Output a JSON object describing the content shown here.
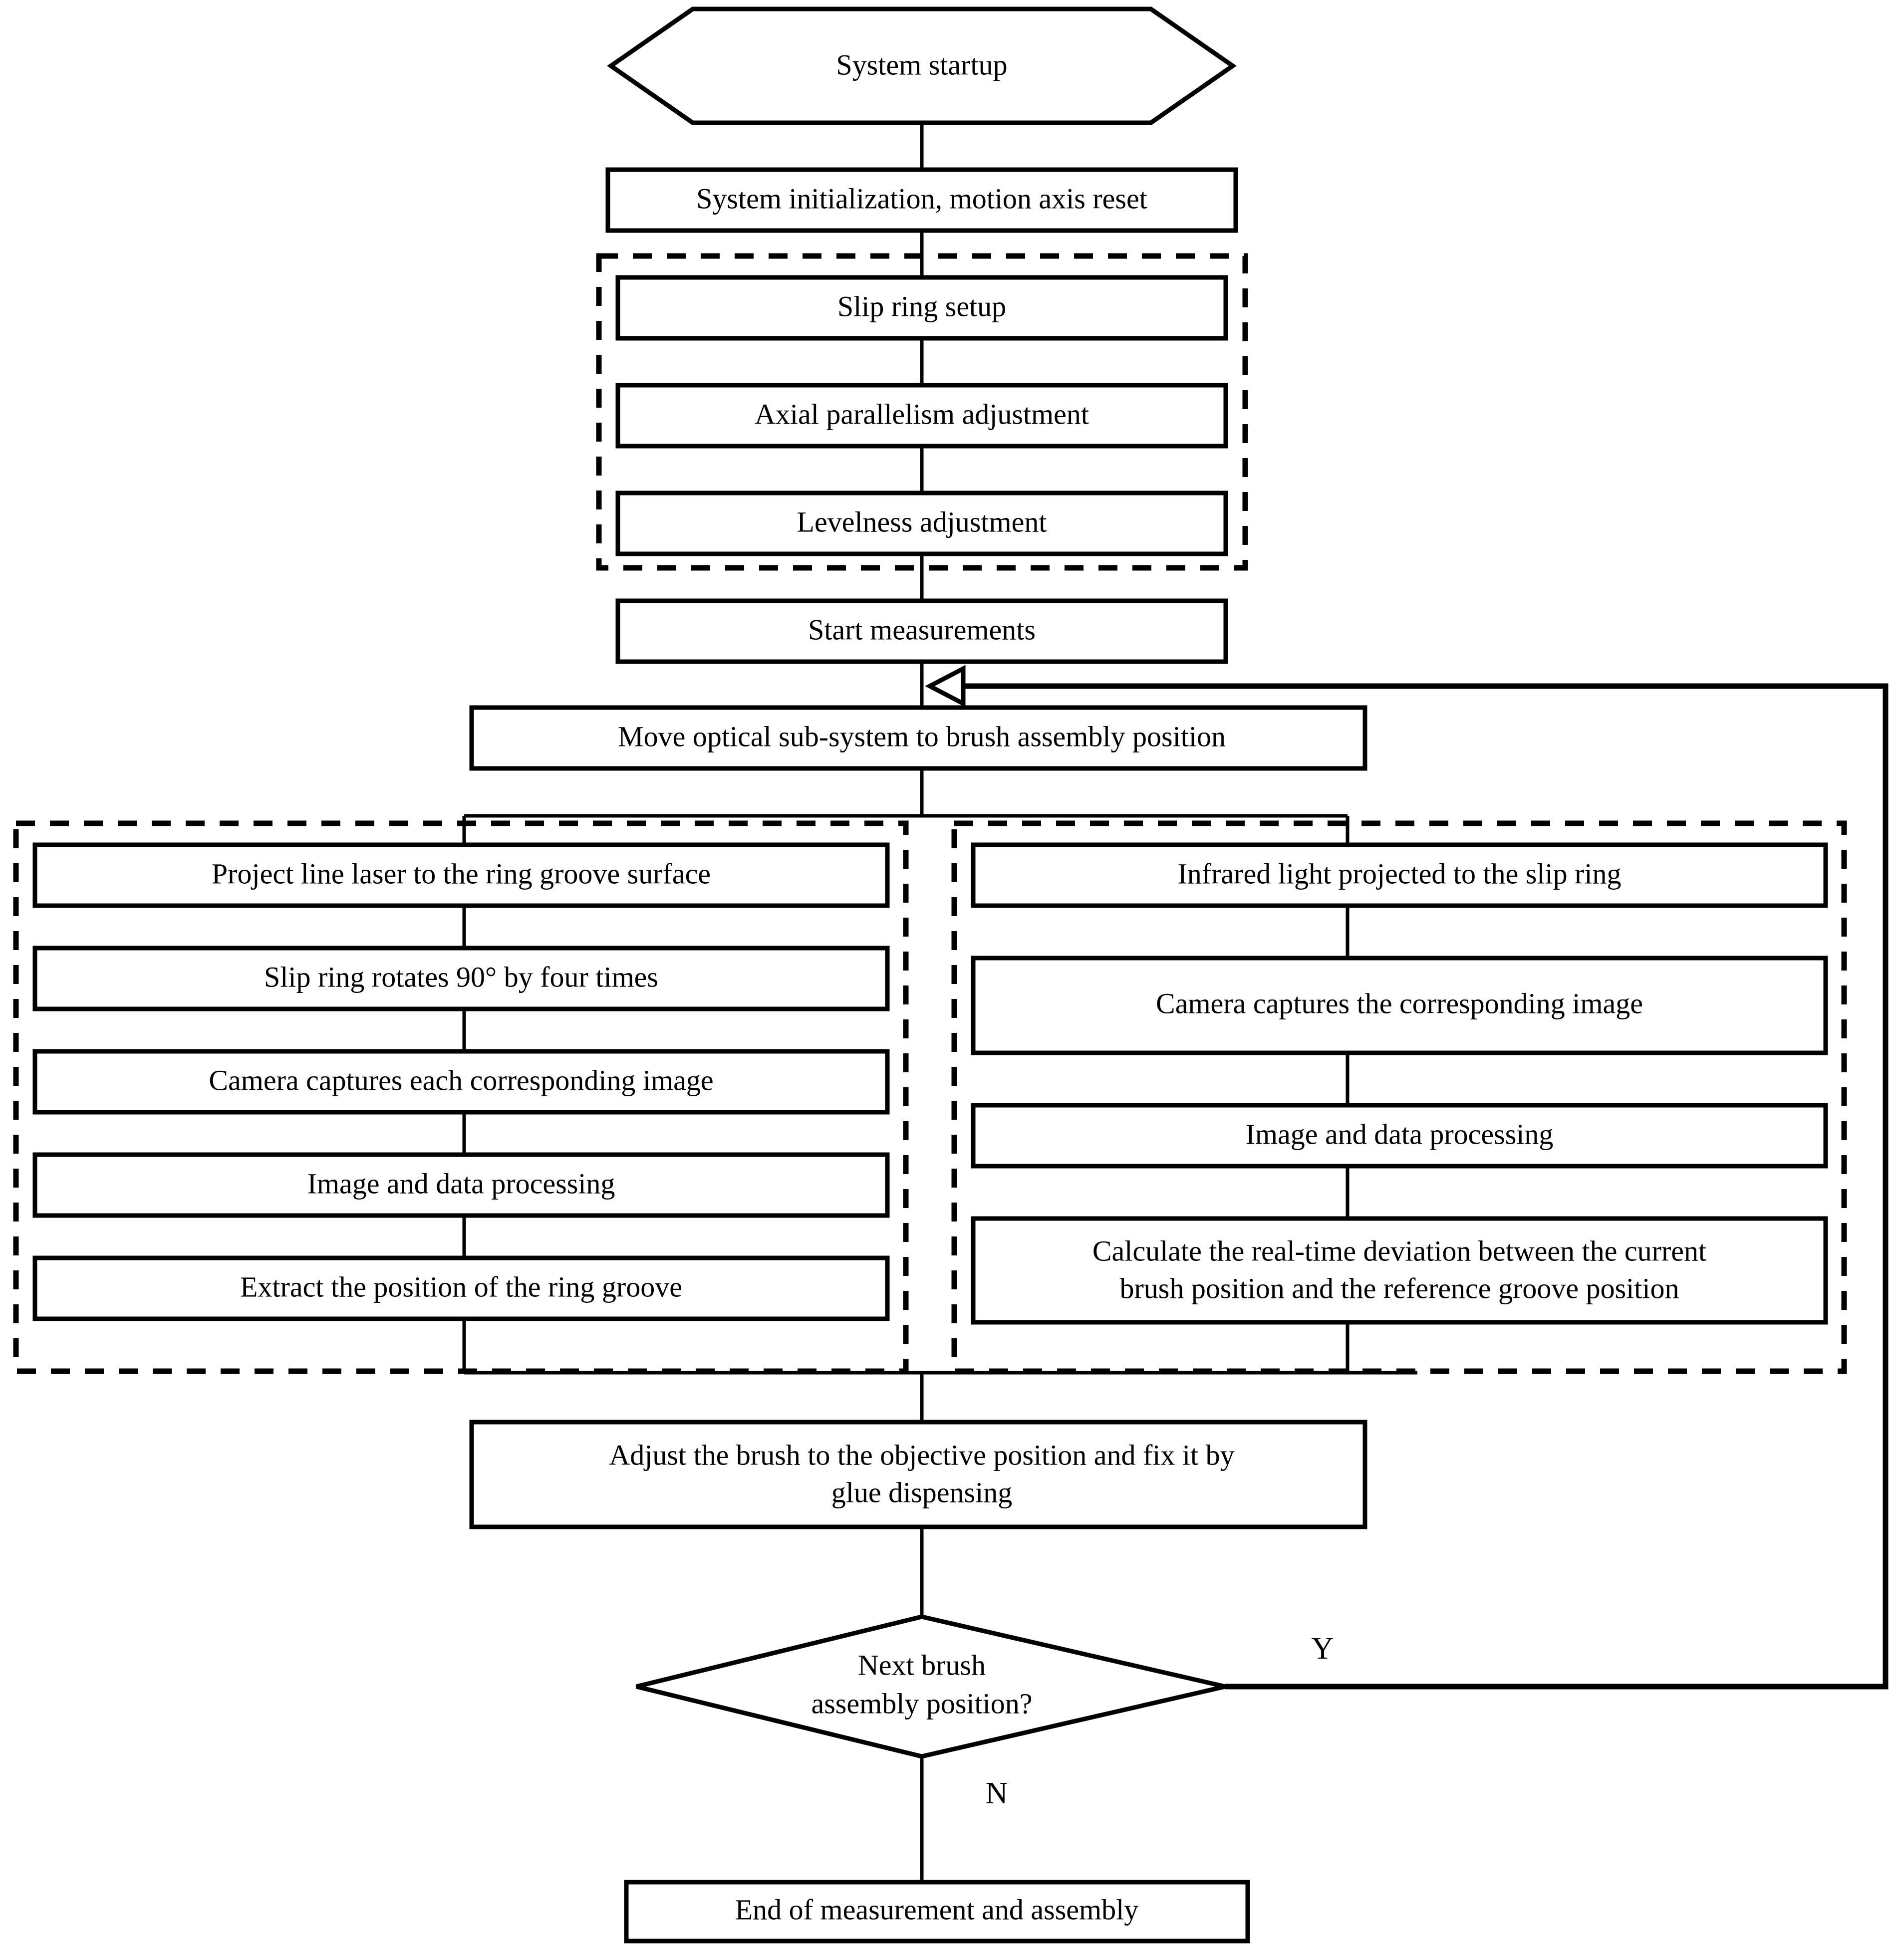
{
  "diagram": {
    "title": "System measurement and brush assembly flowchart",
    "colors": {
      "stroke": "#000000",
      "fill": "#ffffff",
      "text": "#000000"
    },
    "nodes": {
      "start": {
        "label": "System startup",
        "shape": "hexagon"
      },
      "init": {
        "label": "System initialization, motion axis reset",
        "shape": "process"
      },
      "slip_setup": {
        "label": "Slip ring setup",
        "shape": "process"
      },
      "axial": {
        "label": "Axial parallelism adjustment",
        "shape": "process"
      },
      "levelness": {
        "label": "Levelness  adjustment",
        "shape": "process"
      },
      "start_meas": {
        "label": "Start measurements",
        "shape": "process"
      },
      "move_optical": {
        "label": "Move optical sub-system to brush assembly position",
        "shape": "process"
      },
      "laser": {
        "label": "Project line laser to the ring groove surface",
        "shape": "process"
      },
      "rotate": {
        "label": "Slip ring rotates 90° by four times",
        "shape": "process"
      },
      "cam_each": {
        "label": "Camera captures each corresponding image",
        "shape": "process"
      },
      "img_proc_l": {
        "label": "Image and data processing",
        "shape": "process"
      },
      "extract": {
        "label": "Extract the position of the ring groove",
        "shape": "process"
      },
      "infrared": {
        "label": "Infrared light projected to the slip ring",
        "shape": "process"
      },
      "cam_the": {
        "label": "Camera captures the corresponding image",
        "shape": "process"
      },
      "img_proc_r": {
        "label": "Image and data processing",
        "shape": "process"
      },
      "deviation": {
        "label_line1": "Calculate the real-time deviation between the current",
        "label_line2": "brush position and the reference groove position",
        "shape": "process"
      },
      "adjust": {
        "label_line1": "Adjust the brush to the objective position and fix it by",
        "label_line2": "glue dispensing",
        "shape": "process"
      },
      "decision": {
        "label_line1": "Next brush",
        "label_line2": "assembly position?",
        "shape": "diamond"
      },
      "end": {
        "label": "End of measurement and assembly",
        "shape": "process"
      }
    },
    "edge_labels": {
      "yes": "Y",
      "no": "N"
    },
    "groups": {
      "setup_group": "",
      "laser_group": "",
      "infrared_group": ""
    }
  }
}
